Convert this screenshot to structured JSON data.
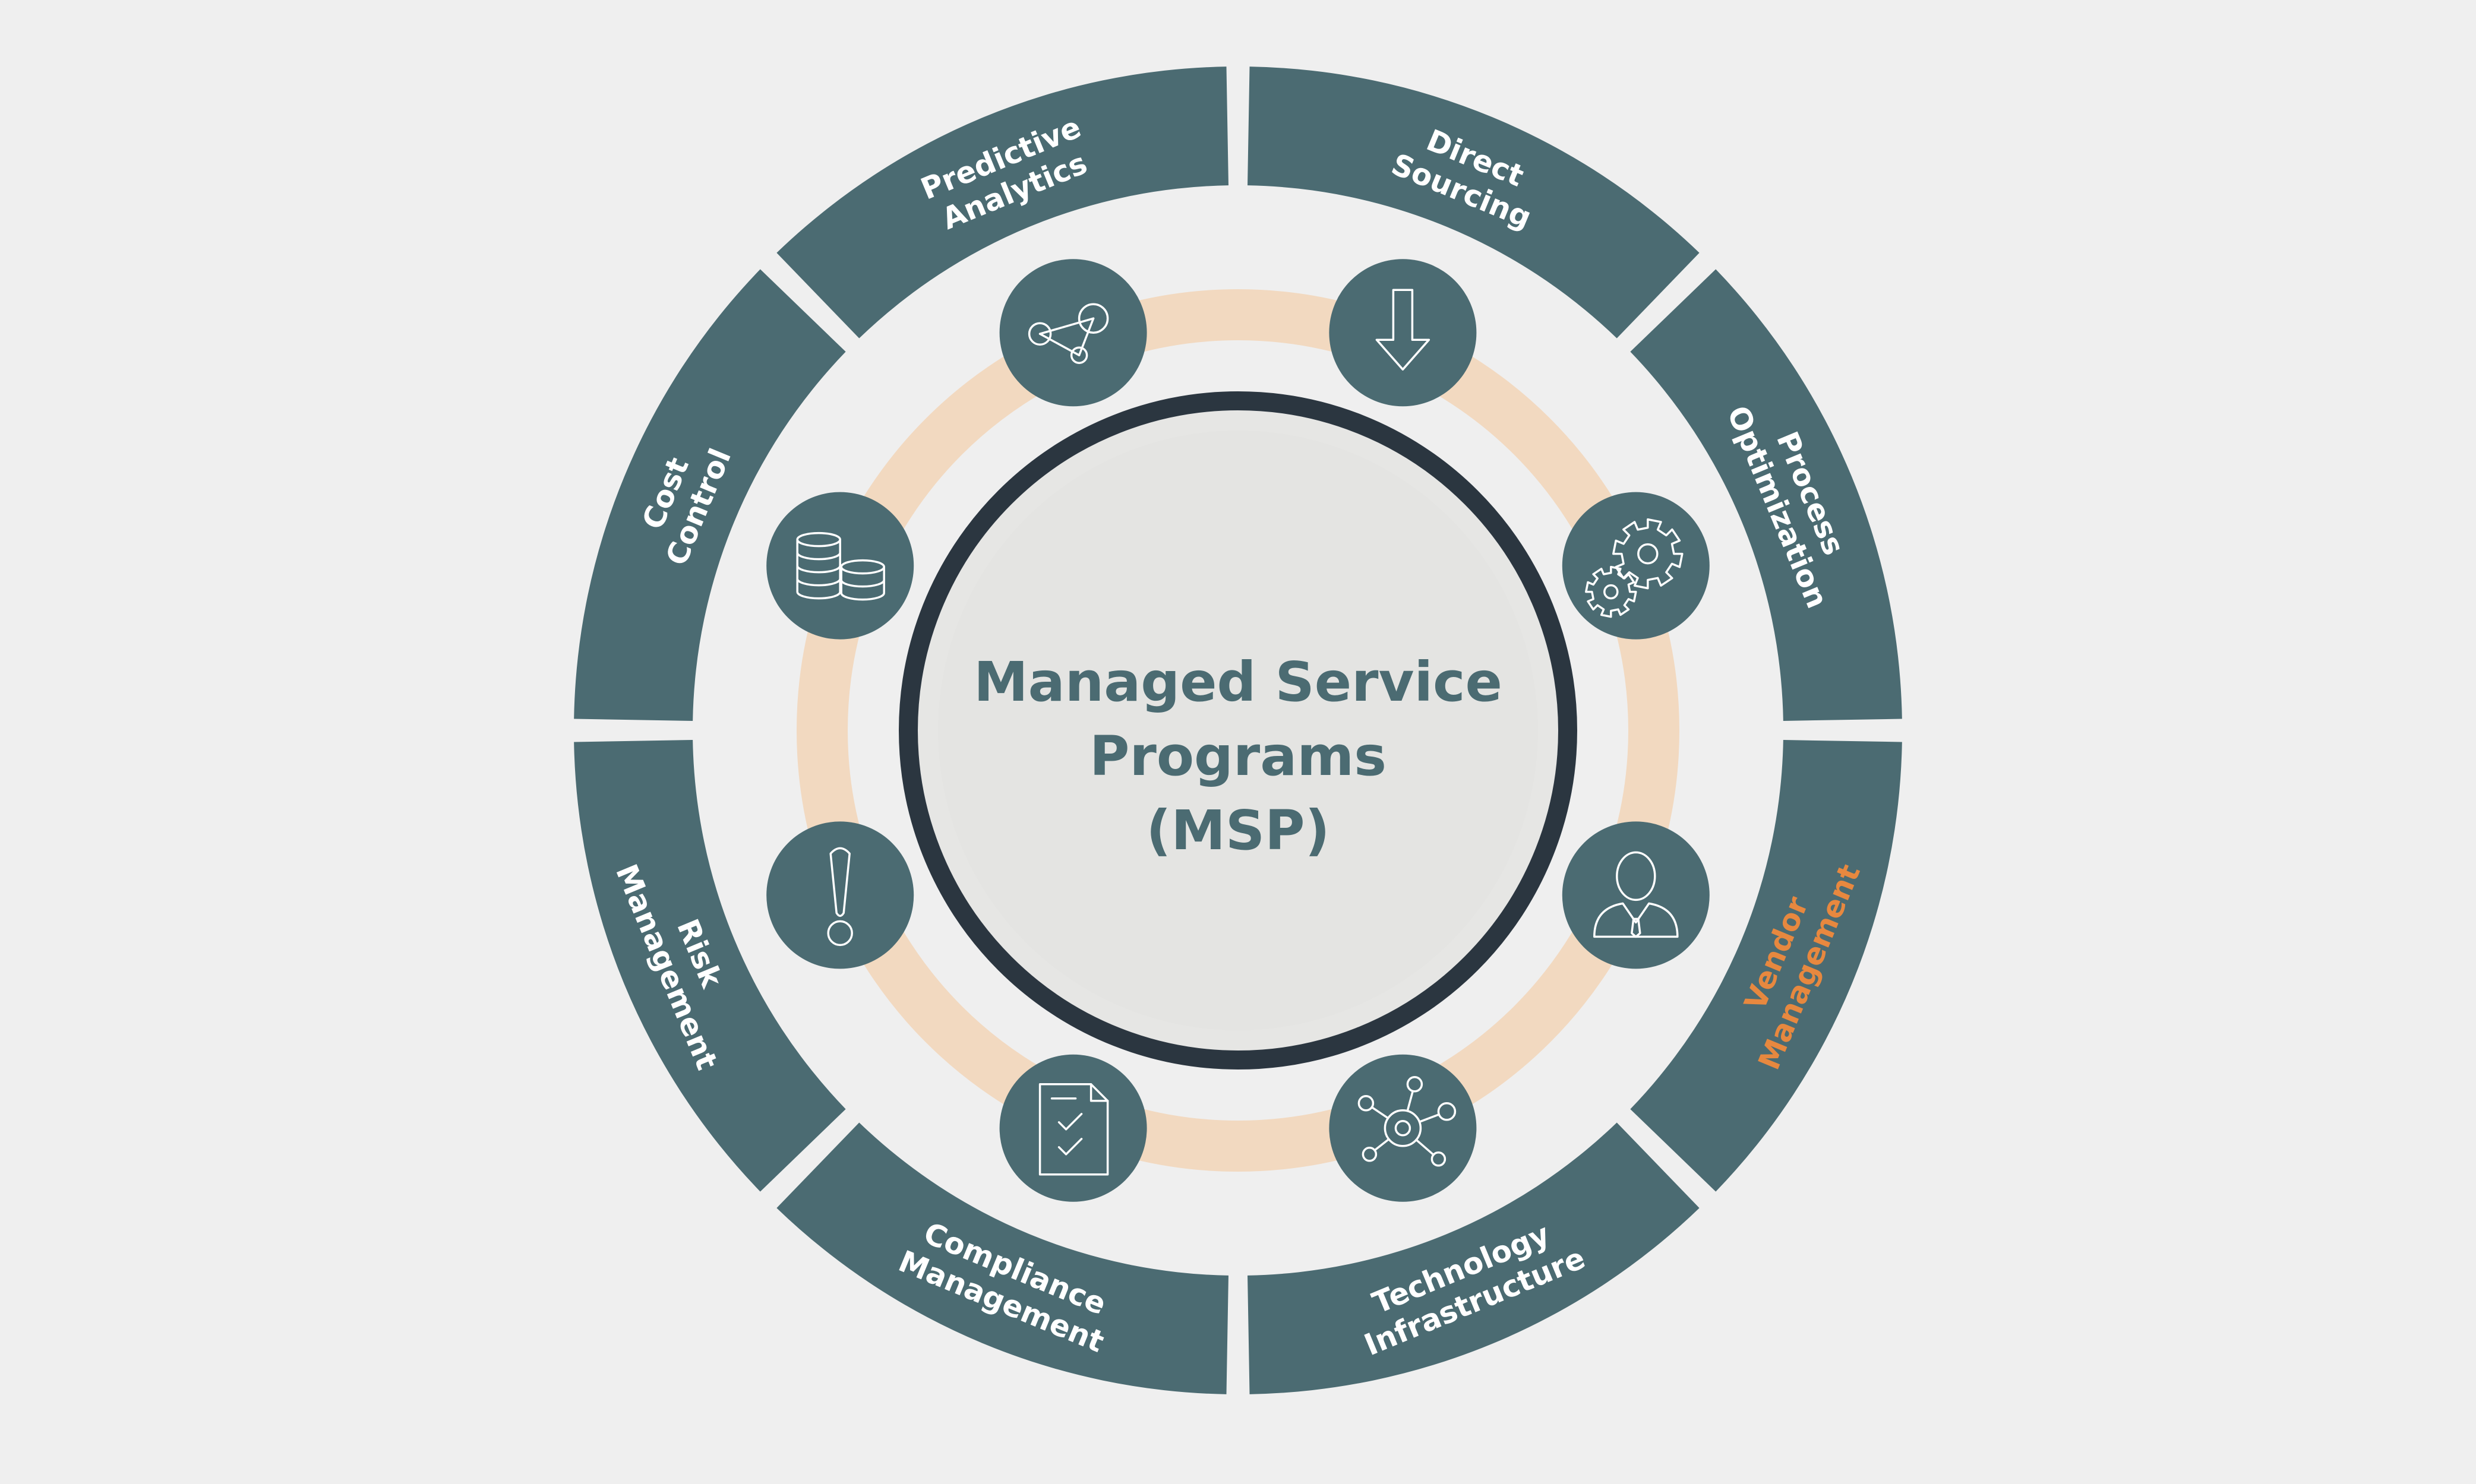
{
  "center": {
    "title_lines": [
      "Managed Service",
      "Programs",
      "(MSP)"
    ]
  },
  "segments": [
    {
      "id": "predictive-analytics",
      "lines": [
        "Predictive",
        "Analytics"
      ],
      "icon": "network-nodes-icon",
      "highlight": false
    },
    {
      "id": "direct-sourcing",
      "lines": [
        "Direct",
        "Sourcing"
      ],
      "icon": "down-arrow-icon",
      "highlight": false
    },
    {
      "id": "process-optimization",
      "lines": [
        "Process",
        "Optimization"
      ],
      "icon": "gears-icon",
      "highlight": false
    },
    {
      "id": "vendor-management",
      "lines": [
        "Vendor",
        "Management"
      ],
      "icon": "person-icon",
      "highlight": true
    },
    {
      "id": "technology-infrastructure",
      "lines": [
        "Technology",
        "Infrastructure"
      ],
      "icon": "hub-network-icon",
      "highlight": false
    },
    {
      "id": "compliance-management",
      "lines": [
        "Compliance",
        "Management"
      ],
      "icon": "checklist-document-icon",
      "highlight": false
    },
    {
      "id": "risk-management",
      "lines": [
        "Risk",
        "Management"
      ],
      "icon": "exclamation-icon",
      "highlight": false
    },
    {
      "id": "cost-control",
      "lines": [
        "Cost",
        "Control"
      ],
      "icon": "coin-stacks-icon",
      "highlight": false
    }
  ],
  "colors": {
    "background": "#efefef",
    "segment": "#4b6b72",
    "ring": "#f2d9c0",
    "center_fill": "#e6e6e4",
    "center_border": "#2b3640",
    "label": "#ffffff",
    "accent": "#e7883f"
  }
}
